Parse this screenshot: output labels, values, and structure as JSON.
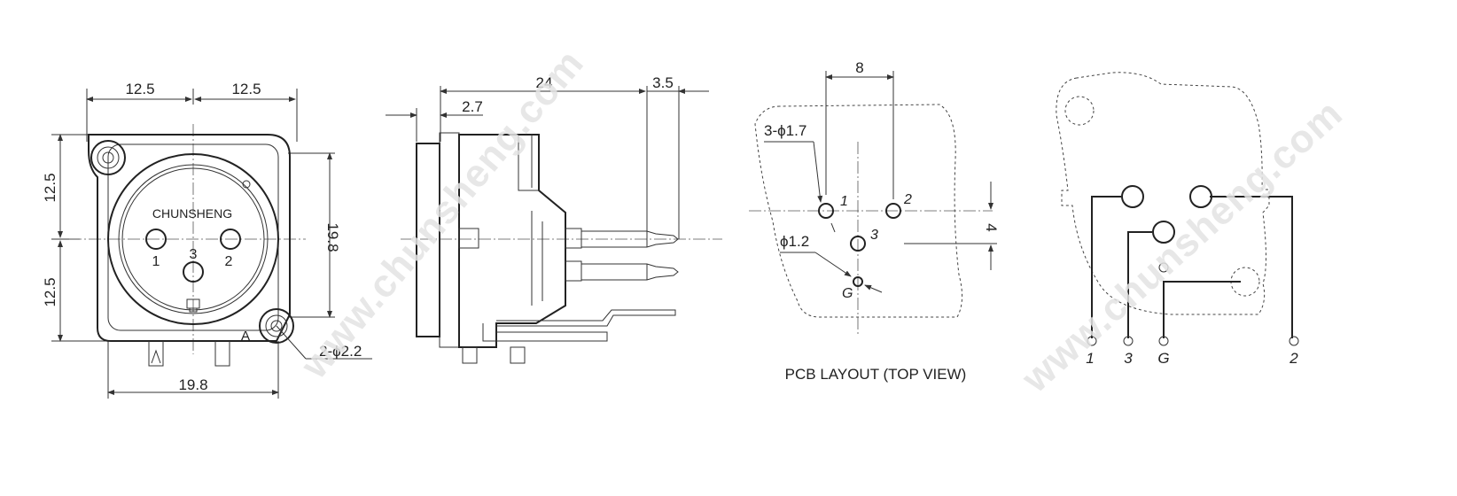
{
  "watermark": "www.chunsheng.com",
  "front_view": {
    "brand": "CHUNSHENG",
    "pins": [
      "1",
      "2",
      "3"
    ],
    "marker": "A",
    "dim_top_left": "12.5",
    "dim_top_right": "12.5",
    "dim_left_top": "12.5",
    "dim_left_bottom": "12.5",
    "dim_right": "19.8",
    "dim_bottom": "19.8",
    "hole_callout": "2-ϕ2.2"
  },
  "side_view": {
    "dim_length": "24",
    "dim_pin": "3.5",
    "dim_flange": "2.7"
  },
  "pcb_layout": {
    "title": "PCB LAYOUT (TOP VIEW)",
    "dim_spacing": "8",
    "dim_offset": "4",
    "hole_callout_big": "3-ϕ1.7",
    "hole_callout_small": "ϕ1.2",
    "pins": [
      "1",
      "2",
      "3",
      "G"
    ]
  },
  "rear_view": {
    "pins": [
      "1",
      "3",
      "G",
      "2"
    ]
  }
}
